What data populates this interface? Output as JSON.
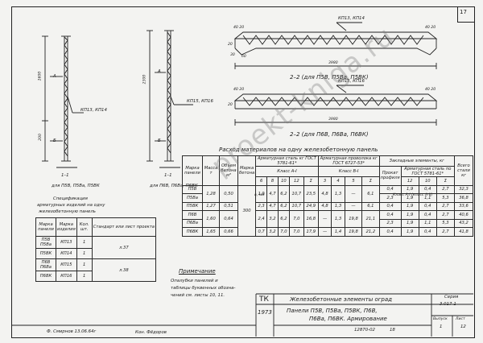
{
  "sheet_no": "17",
  "views": {
    "v1_label_a": "А",
    "v1_label_b": "Б",
    "v1_dim_1600": "1600",
    "v1_dim_200": "200",
    "v1_callout": "КП13, КП14",
    "v1_section": "1–1",
    "v1_caption": "для П5В, П5Ва, П5ВК",
    "v2_label_a": "А",
    "v2_label_b": "Б",
    "v2_dim_2300": "2300",
    "v2_callout": "КП15, КП16",
    "v2_section": "1–1",
    "v2_caption": "для П6В, П6Ва, П6ВК",
    "s1_callout": "КП13, КП14",
    "s1_d1": "40 20",
    "s1_d2": "20",
    "s1_d3": "30",
    "s1_d4": "60",
    "s1_len": "3980",
    "s1_title": "2–2 (для П5В, П5Ва, П5ВК)",
    "s2_callout": "КП15, КП16",
    "s2_d1": "40 20",
    "s2_d2": "20",
    "s2_len": "3980",
    "s2_title": "2–2 (для П6В, П6Ва, П6ВК)"
  },
  "spec": {
    "title1": "Спецификация",
    "title2": "арматурных изделий на одну",
    "title3": "железобетонную панель",
    "headers": [
      "Марка панели",
      "Марка изделия",
      "Кол. шт.",
      "Стандарт или лист проекта"
    ],
    "rows": [
      [
        "П5В П5Ва",
        "КП13",
        "1",
        "л.37"
      ],
      [
        "П5ВК",
        "КП14",
        "1",
        ""
      ],
      [
        "П6В П6Ва",
        "КП15",
        "1",
        "л.38"
      ],
      [
        "П6ВК",
        "КП16",
        "1",
        ""
      ]
    ]
  },
  "note": {
    "title": "Примечание",
    "line1": "Опалубки панелей и",
    "line2": "таблицы буквенных обозна-",
    "line3": "чений см. листы 10, 11."
  },
  "materials": {
    "title": "Расход материалов на одну железобетонную панель",
    "h_mark": "Марка панели",
    "h_mass": "Масса т",
    "h_vol": "Объем бетона м³",
    "h_concrete": "Марка бетона",
    "h_steel": "Арматурная сталь кг ГОСТ 5781-61*",
    "h_class": "Класс А-I",
    "h_diam": "⌀, мм",
    "h_wire": "Арматурная проволока кг ГОСТ 6727-53*",
    "h_wire_class": "Класс В-I",
    "h_embed": "Закладные элементы, кг",
    "h_rolled": "Прокат профиля",
    "h_steel2": "Арматурная сталь по ГОСТ 5781-61*",
    "h_class2": "Класс А-I (класс А-II)",
    "h_total": "Всего стали кг",
    "concrete": "300",
    "rows": [
      [
        "П5В",
        "1,28",
        "0,50",
        "1,9",
        "4,7",
        "6,2",
        "10,7",
        "23,5",
        "4,8",
        "1,3",
        "—",
        "6,1",
        "0,4",
        "1,9",
        "0,4",
        "2,7",
        "32,3"
      ],
      [
        "П5Ва",
        "",
        "",
        "",
        "",
        "",
        "",
        "",
        "",
        "",
        "",
        "",
        "2,3",
        "1,9",
        "1,1",
        "5,3",
        "36,8"
      ],
      [
        "П5ВК",
        "1,27",
        "0,51",
        "2,3",
        "4,7",
        "6,2",
        "10,7",
        "24,9",
        "4,8",
        "1,3",
        "—",
        "6,1",
        "0,4",
        "1,9",
        "0,4",
        "2,7",
        "33,6"
      ],
      [
        "П6В",
        "1,60",
        "0,64",
        "2,4",
        "3,2",
        "6,2",
        "7,0",
        "16,8",
        "—",
        "1,3",
        "19,8",
        "21,1",
        "0,4",
        "1,9",
        "0,4",
        "2,7",
        "40,6"
      ],
      [
        "П6Ва",
        "",
        "",
        "",
        "",
        "",
        "",
        "",
        "",
        "",
        "",
        "",
        "2,3",
        "1,9",
        "1,1",
        "5,3",
        "43,2"
      ],
      [
        "П6ВК",
        "1,65",
        "0,66",
        "0,7",
        "3,2",
        "7,0",
        "7,0",
        "17,9",
        "—",
        "1,4",
        "19,8",
        "21,2",
        "0,4",
        "1,9",
        "0,4",
        "2,7",
        "41,8"
      ]
    ]
  },
  "titleblock": {
    "tk": "ТК",
    "subject": "Железобетонные элементы оград",
    "series_label": "Серия",
    "series": "3.017-1",
    "year": "1973",
    "desc1": "Панели П5В, П5Ва, П5ВК, П6В,",
    "desc2": "П6Ва, П6ВК. Армирование",
    "issue_label": "Выпуск",
    "issue": "1",
    "sheet_label": "Лист",
    "sheet": "12",
    "code": "12870-02",
    "code2": "18"
  },
  "signatures": {
    "sig1": "Ф. Смирнов 13.06.64г",
    "sig2": "Кон. Фёдоров"
  },
  "watermark": "proekt-kniga.ru"
}
